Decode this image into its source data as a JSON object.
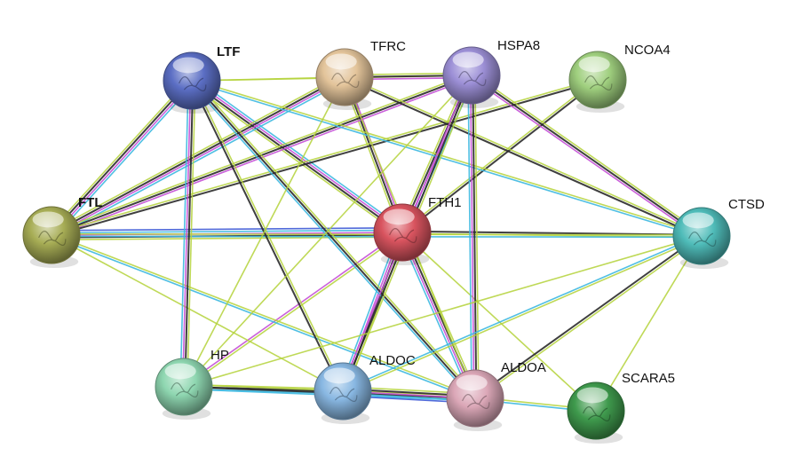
{
  "network": {
    "nodes": [
      {
        "id": "LTF",
        "label": "LTF",
        "color": "#5b6ec4"
      },
      {
        "id": "TFRC",
        "label": "TFRC",
        "color": "#e3c49a"
      },
      {
        "id": "HSPA8",
        "label": "HSPA8",
        "color": "#9c8fd6"
      },
      {
        "id": "NCOA4",
        "label": "NCOA4",
        "color": "#9fcf7e"
      },
      {
        "id": "FTL",
        "label": "FTL",
        "color": "#a7ad55"
      },
      {
        "id": "FTH1",
        "label": "FTH1",
        "color": "#d9545f"
      },
      {
        "id": "CTSD",
        "label": "CTSD",
        "color": "#4fbcb9"
      },
      {
        "id": "HP",
        "label": "HP",
        "color": "#8ed6b0"
      },
      {
        "id": "ALDOC",
        "label": "ALDOC",
        "color": "#88b7e2"
      },
      {
        "id": "ALDOA",
        "label": "ALDOA",
        "color": "#dba7b7"
      },
      {
        "id": "SCARA5",
        "label": "SCARA5",
        "color": "#3f9a4d"
      }
    ],
    "edge_colors": {
      "green": "#b4d23a",
      "black": "#2a2a2a",
      "magenta": "#c44fd6",
      "cyan": "#3db8e0",
      "blue": "#3d5ad6"
    },
    "edges": [
      {
        "a": "FTH1",
        "b": "LTF",
        "types": [
          "green",
          "black",
          "magenta",
          "cyan"
        ]
      },
      {
        "a": "FTH1",
        "b": "TFRC",
        "types": [
          "green",
          "black",
          "magenta"
        ]
      },
      {
        "a": "FTH1",
        "b": "HSPA8",
        "types": [
          "green",
          "black",
          "magenta",
          "cyan"
        ]
      },
      {
        "a": "FTH1",
        "b": "NCOA4",
        "types": [
          "green",
          "black"
        ]
      },
      {
        "a": "FTH1",
        "b": "FTL",
        "types": [
          "green",
          "black",
          "magenta",
          "cyan",
          "blue"
        ]
      },
      {
        "a": "FTH1",
        "b": "CTSD",
        "types": [
          "black",
          "green"
        ]
      },
      {
        "a": "FTH1",
        "b": "HP",
        "types": [
          "green",
          "magenta"
        ]
      },
      {
        "a": "FTH1",
        "b": "ALDOC",
        "types": [
          "green",
          "black",
          "magenta",
          "cyan"
        ]
      },
      {
        "a": "FTH1",
        "b": "ALDOA",
        "types": [
          "green",
          "black",
          "magenta",
          "cyan"
        ]
      },
      {
        "a": "FTH1",
        "b": "SCARA5",
        "types": [
          "green"
        ]
      },
      {
        "a": "FTL",
        "b": "LTF",
        "types": [
          "green",
          "black",
          "magenta",
          "cyan"
        ]
      },
      {
        "a": "FTL",
        "b": "TFRC",
        "types": [
          "green",
          "black",
          "magenta",
          "cyan"
        ]
      },
      {
        "a": "FTL",
        "b": "HSPA8",
        "types": [
          "green",
          "black",
          "magenta"
        ]
      },
      {
        "a": "FTL",
        "b": "NCOA4",
        "types": [
          "green",
          "black"
        ]
      },
      {
        "a": "FTL",
        "b": "CTSD",
        "types": [
          "green",
          "cyan"
        ]
      },
      {
        "a": "FTL",
        "b": "ALDOA",
        "types": [
          "green",
          "cyan"
        ]
      },
      {
        "a": "FTL",
        "b": "ALDOC",
        "types": [
          "green"
        ]
      },
      {
        "a": "LTF",
        "b": "TFRC",
        "types": [
          "green"
        ]
      },
      {
        "a": "LTF",
        "b": "HSPA8",
        "types": [
          "green"
        ]
      },
      {
        "a": "LTF",
        "b": "HP",
        "types": [
          "green",
          "black",
          "magenta",
          "cyan"
        ]
      },
      {
        "a": "LTF",
        "b": "ALDOC",
        "types": [
          "green",
          "black"
        ]
      },
      {
        "a": "LTF",
        "b": "ALDOA",
        "types": [
          "green",
          "black",
          "cyan"
        ]
      },
      {
        "a": "LTF",
        "b": "CTSD",
        "types": [
          "green",
          "cyan"
        ]
      },
      {
        "a": "TFRC",
        "b": "HSPA8",
        "types": [
          "green",
          "black",
          "magenta"
        ]
      },
      {
        "a": "TFRC",
        "b": "CTSD",
        "types": [
          "green",
          "black"
        ]
      },
      {
        "a": "TFRC",
        "b": "ALDOA",
        "types": [
          "green"
        ]
      },
      {
        "a": "TFRC",
        "b": "HP",
        "types": [
          "green"
        ]
      },
      {
        "a": "HSPA8",
        "b": "CTSD",
        "types": [
          "green",
          "black",
          "magenta"
        ]
      },
      {
        "a": "HSPA8",
        "b": "ALDOA",
        "types": [
          "green",
          "black",
          "magenta",
          "cyan"
        ]
      },
      {
        "a": "HSPA8",
        "b": "ALDOC",
        "types": [
          "green",
          "black",
          "magenta"
        ]
      },
      {
        "a": "HSPA8",
        "b": "HP",
        "types": [
          "green"
        ]
      },
      {
        "a": "CTSD",
        "b": "ALDOA",
        "types": [
          "green",
          "black"
        ]
      },
      {
        "a": "CTSD",
        "b": "ALDOC",
        "types": [
          "green",
          "cyan"
        ]
      },
      {
        "a": "CTSD",
        "b": "HP",
        "types": [
          "green"
        ]
      },
      {
        "a": "CTSD",
        "b": "SCARA5",
        "types": [
          "green"
        ]
      },
      {
        "a": "HP",
        "b": "ALDOC",
        "types": [
          "green",
          "black",
          "cyan"
        ]
      },
      {
        "a": "HP",
        "b": "ALDOA",
        "types": [
          "green",
          "black",
          "cyan"
        ]
      },
      {
        "a": "ALDOC",
        "b": "ALDOA",
        "types": [
          "green",
          "black",
          "magenta",
          "cyan",
          "blue"
        ]
      },
      {
        "a": "ALDOA",
        "b": "SCARA5",
        "types": [
          "green",
          "cyan"
        ]
      }
    ]
  }
}
